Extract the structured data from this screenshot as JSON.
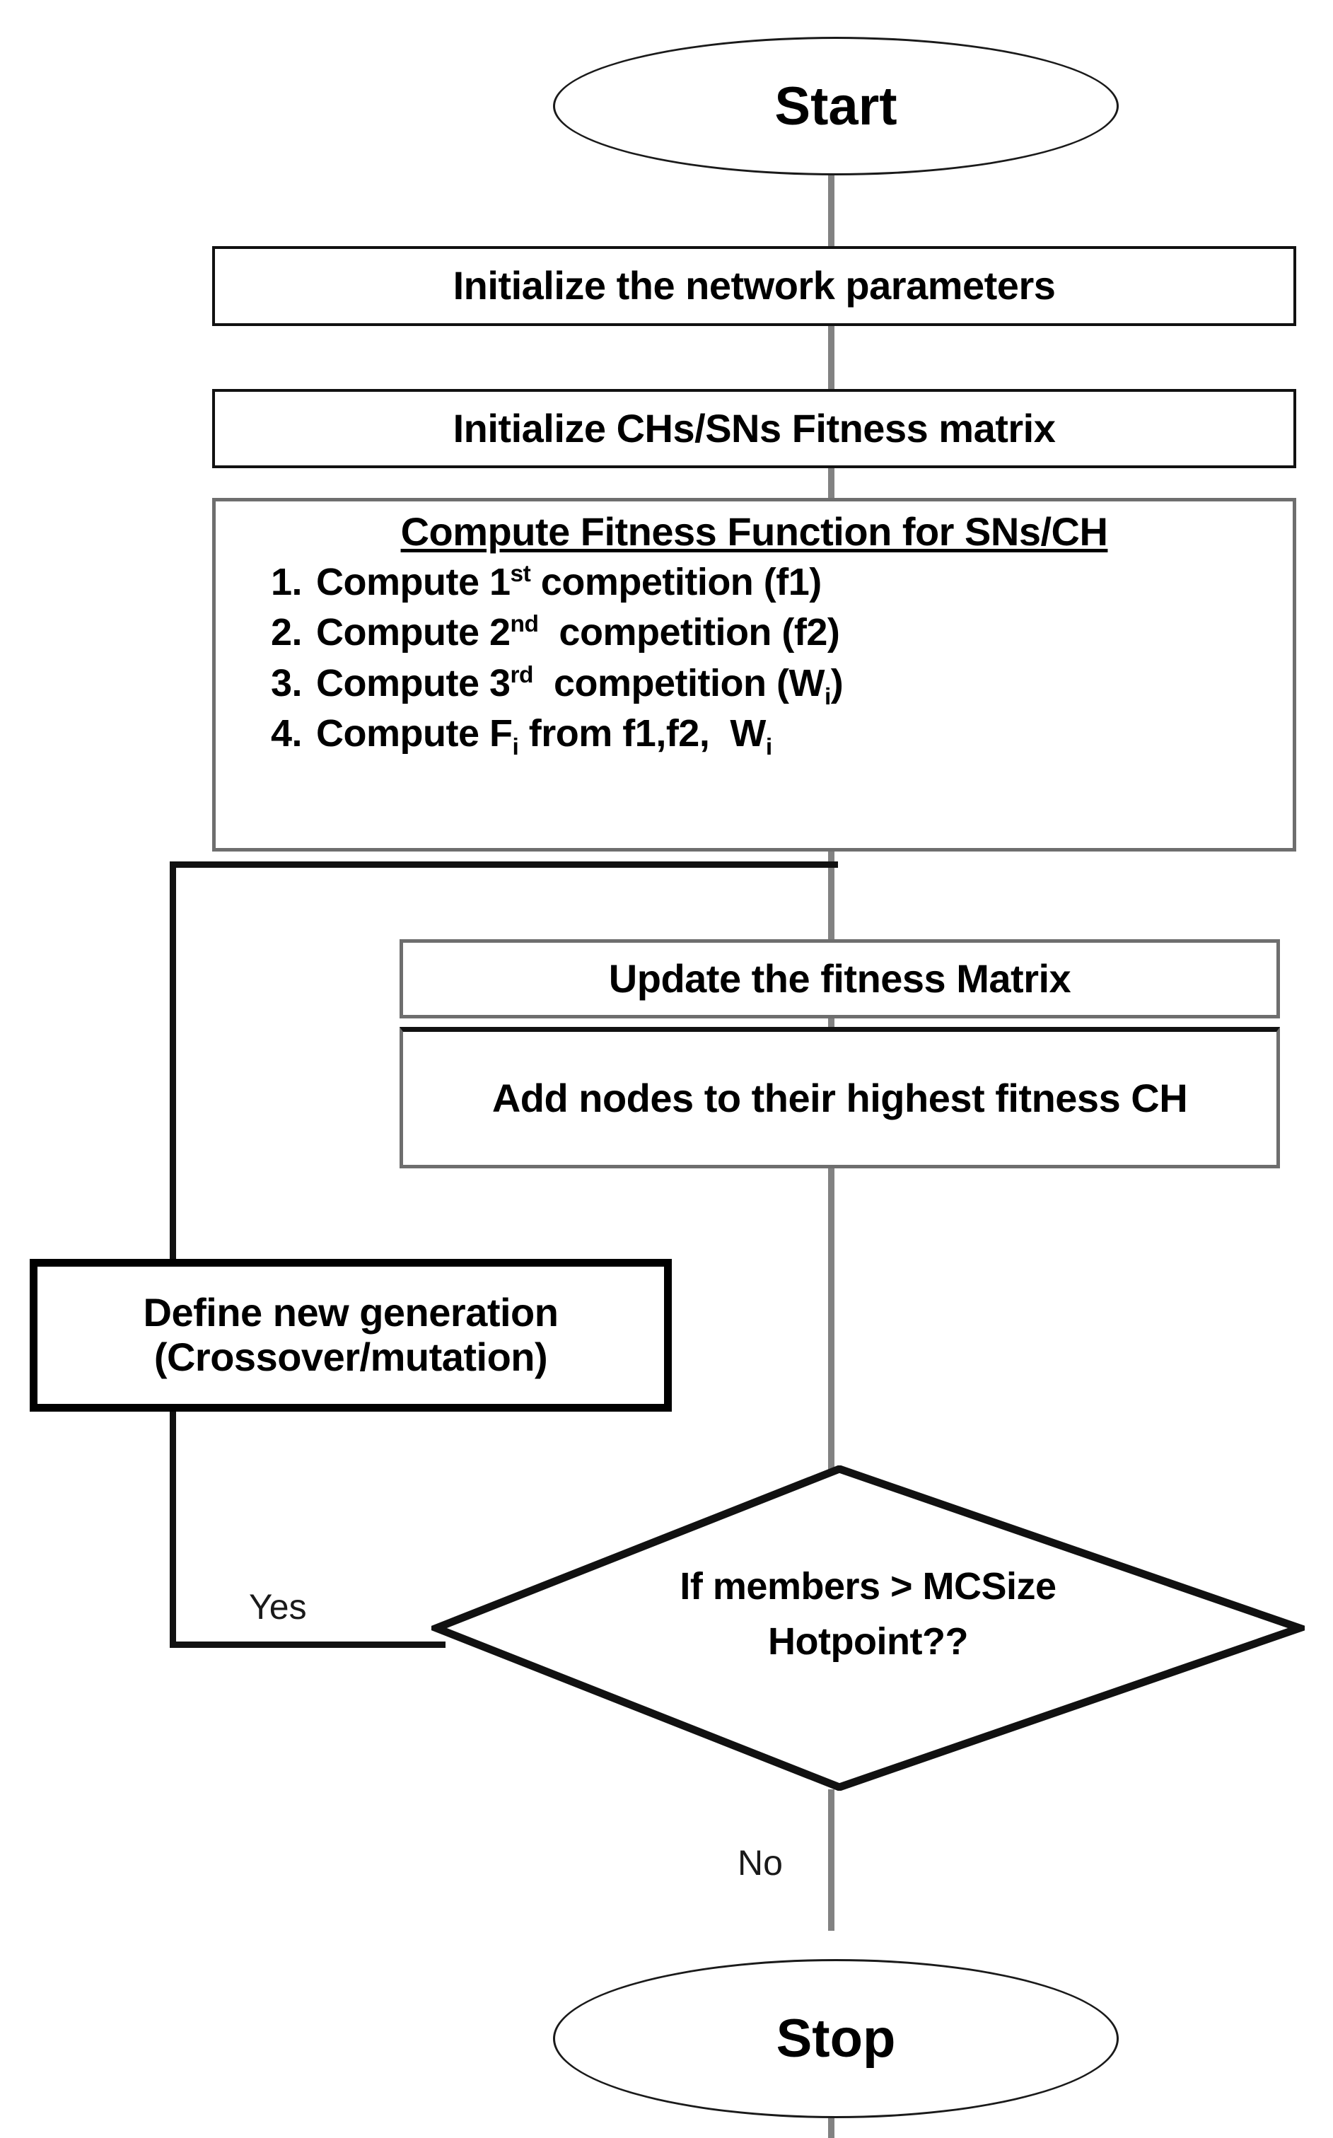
{
  "diagram": {
    "title": "Flowchart",
    "colors": {
      "connector": "#828282",
      "connector_feedback": "#111111",
      "node_border_dark": "#111111",
      "node_border_grey": "#6e6e6e",
      "text": "#000000",
      "background": "#ffffff"
    },
    "nodes": {
      "start": {
        "label": "Start",
        "shape": "ellipse"
      },
      "init_params": {
        "label": "Initialize the network parameters",
        "shape": "process"
      },
      "init_matrix": {
        "label": "Initialize CHs/SNs Fitness matrix",
        "shape": "process"
      },
      "compute": {
        "shape": "process",
        "title": "Compute Fitness Function for SNs/CH",
        "items": [
          {
            "num": "1.",
            "pre": "Compute 1",
            "sup": "st",
            "post": " competition (f1)"
          },
          {
            "num": "2.",
            "pre": "Compute 2",
            "sup": "nd",
            "post": "  competition (f2)"
          },
          {
            "num": "3.",
            "pre": "Compute 3",
            "sup": "rd",
            "post": "  competition (W",
            "sub": "i",
            "tail": ")"
          },
          {
            "num": "4.",
            "pre": "Compute F",
            "sub2": "i",
            "post2": " from f1,f2,  W",
            "sub3": "i"
          }
        ]
      },
      "update_matrix": {
        "label": "Update the fitness Matrix",
        "shape": "process"
      },
      "add_nodes": {
        "label": "Add nodes to their highest fitness CH",
        "shape": "process"
      },
      "new_generation": {
        "line1": "Define new generation",
        "line2": "(Crossover/mutation)",
        "shape": "process"
      },
      "decision": {
        "line1": "If members > MCSize",
        "line2": "Hotpoint??",
        "shape": "diamond"
      },
      "stop": {
        "label": "Stop",
        "shape": "ellipse"
      }
    },
    "edges": {
      "yes_label": "Yes",
      "no_label": "No"
    }
  }
}
